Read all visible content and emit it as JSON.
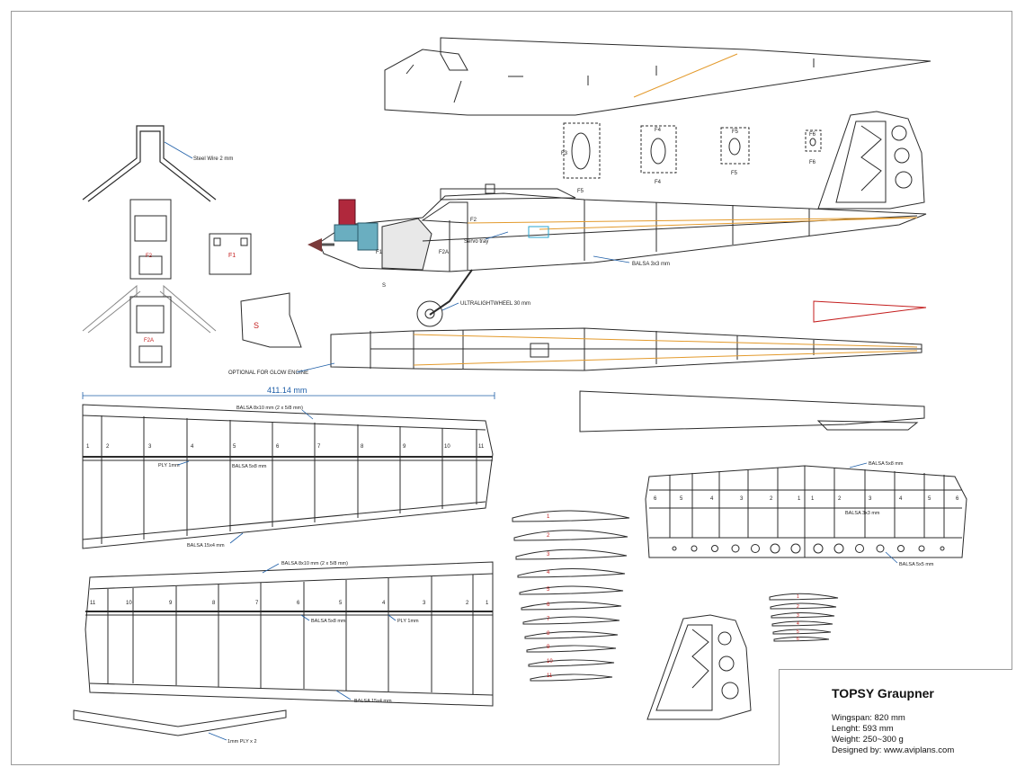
{
  "title_block": {
    "title": "TOPSY Graupner",
    "wingspan": "Wingspan: 820 mm",
    "length": "Lenght: 593 mm",
    "weight": "Weight: 250~300 g",
    "designer": "Designed by: www.aviplans.com"
  },
  "labels": {
    "steel_wire": "Steel Wire 2 mm",
    "servo_tray": "Servo tray",
    "balsa_fuselage": "BALSA 3x3 mm",
    "wheel": "ULTRALIGHTWHEEL 30 mm",
    "optional_glow": "OPTIONAL FOR GLOW ENGINE",
    "f1": "F1",
    "f2": "F2",
    "f2a": "F2A",
    "f3": "F3",
    "f4": "F4",
    "f5": "F5",
    "f6": "F6",
    "s": "S",
    "dimension": "411.14 mm",
    "wing_top_spar": "BALSA 8x10 mm (2 x 5/8 mm)",
    "wing_top_ply": "PLY 1mm",
    "wing_top_balsa": "BALSA 5x8 mm",
    "wing_top_te": "BALSA 15x4 mm",
    "wing_bot_spar": "BALSA 8x10 mm (2 x 5/8 mm)",
    "wing_bot_balsa": "BALSA 5x8 mm",
    "wing_bot_ply": "PLY 1mm",
    "wing_bot_te": "BALSA 15x4 mm",
    "dihedral": "1mm PLY x 2",
    "stab_le": "BALSA 5x8 mm",
    "stab_mid": "BALSA 3x3 mm",
    "stab_te": "BALSA 5x5 mm"
  },
  "rib_numbers_top": [
    "1",
    "2",
    "3",
    "4",
    "5",
    "6",
    "7",
    "8",
    "9",
    "10",
    "11"
  ],
  "rib_numbers_bottom": [
    "11",
    "10",
    "9",
    "8",
    "7",
    "6",
    "5",
    "4",
    "3",
    "2",
    "1"
  ],
  "stab_numbers": [
    "6",
    "5",
    "4",
    "3",
    "2",
    "1",
    "1",
    "2",
    "3",
    "4",
    "5",
    "6"
  ],
  "rib_profiles": [
    "1",
    "2",
    "3",
    "4",
    "5",
    "6",
    "7",
    "8",
    "9",
    "10",
    "11"
  ],
  "small_ribs": [
    "1",
    "2",
    "3",
    "4",
    "5",
    "6"
  ],
  "colors": {
    "line": "#2b2b2b",
    "leader": "#1f5fa8",
    "orange": "#e39a2c",
    "red": "#c41e1e",
    "engine_red": "#b0283c",
    "engine_teal": "#6aaec0",
    "servo": "#2aa6cf"
  }
}
